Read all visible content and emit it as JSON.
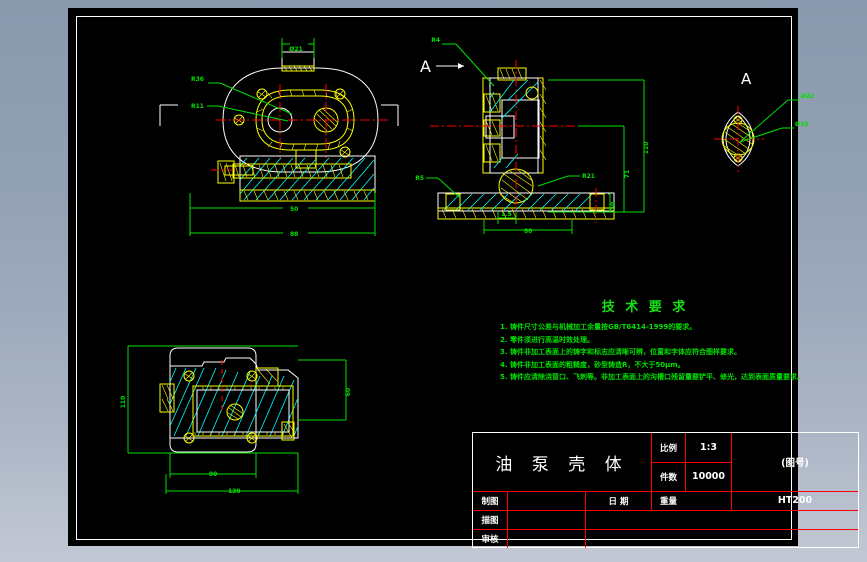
{
  "sheet": {
    "background_color": "#000000",
    "frame_color": "#ffffff",
    "dimension_color": "#00e000",
    "outline_color": "#ffffff",
    "section_color": "#00ffff",
    "detail_color": "#ffff00",
    "centerline_color": "#ff0000"
  },
  "views": {
    "front": {
      "label_top": "Ø21",
      "leader_labels": [
        "R36",
        "R11"
      ],
      "dims_bottom": [
        "50",
        "88"
      ]
    },
    "section": {
      "section_label": "A",
      "leader_labels": [
        "R4",
        "R21",
        "R5"
      ],
      "dims_right": [
        "110",
        "71",
        "20"
      ],
      "dims_bottom": [
        "1.5",
        "4",
        "80"
      ]
    },
    "detail_a": {
      "title": "A",
      "leader_labels": [
        "Ø22",
        "Ø10"
      ]
    },
    "bottom": {
      "dims": [
        "110",
        "60",
        "90",
        "130"
      ]
    }
  },
  "tech_requirements": {
    "title": "技 术 要 求",
    "items": [
      "1. 铸件尺寸公差与机械加工余量按GB/T6414-1999的要求。",
      "2. 零件须进行高温时效处理。",
      "3. 铸件非加工表面上的铸字和标志应清晰可辨，位置和字体应符合图样要求。",
      "4. 铸件非加工表面的粗糙度，砂型铸造R，不大于50μm。",
      "5. 铸件应清除浇冒口、飞刺等。非加工表面上的沟槽口残留量要铲平、修光，达到表面质量要求。"
    ]
  },
  "title_block": {
    "part_name": "油 泵 壳 体",
    "scale_label": "比例",
    "scale_value": "1:3",
    "count_label": "件数",
    "count_value": "10000",
    "weight_label": "重量",
    "weight_value": "",
    "drawing_no_label": "(图号)",
    "material": "HT200",
    "rows": [
      {
        "label": "制图",
        "name": "",
        "date_label": "日     期"
      },
      {
        "label": "描图",
        "name": "",
        "date_label": ""
      },
      {
        "label": "审核",
        "name": "",
        "date_label": ""
      }
    ]
  }
}
